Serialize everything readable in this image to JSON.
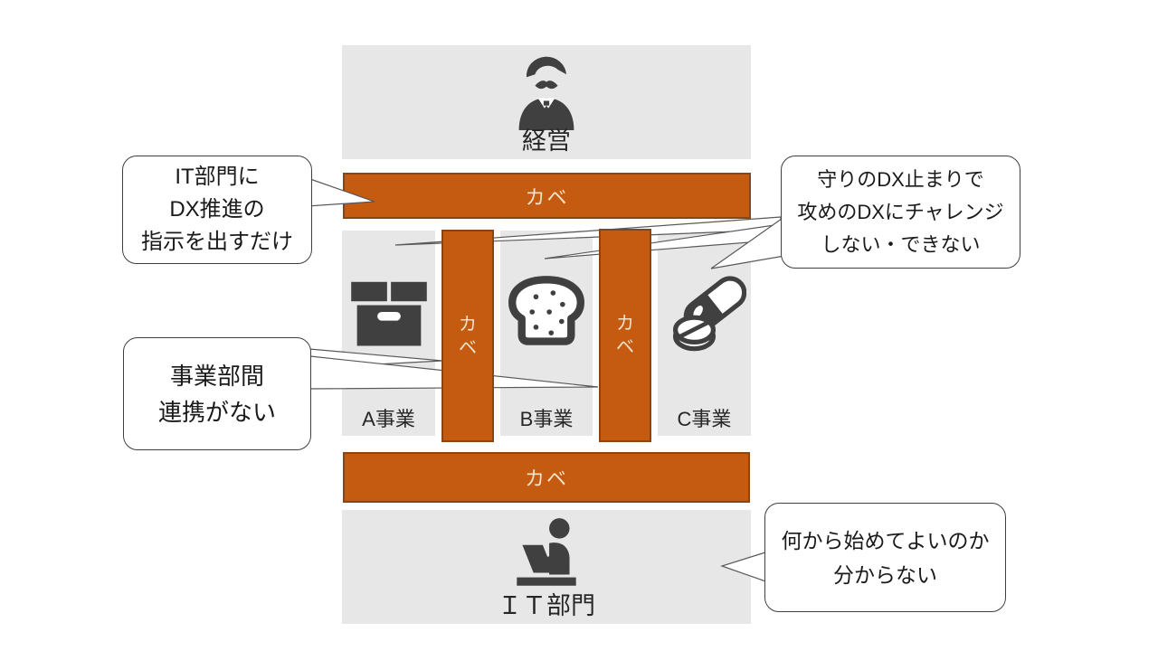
{
  "diagram": {
    "management": {
      "label": "経営",
      "icon": "executive"
    },
    "top_wall": {
      "label": "カベ"
    },
    "businesses": [
      {
        "label": "A事業",
        "icon": "cardboard-box"
      },
      {
        "label": "B事業",
        "icon": "bread"
      },
      {
        "label": "C事業",
        "icon": "pills"
      }
    ],
    "vertical_walls": [
      {
        "char1": "カ",
        "char2": "ベ"
      },
      {
        "char1": "カ",
        "char2": "ベ"
      }
    ],
    "bottom_wall": {
      "label": "カベ"
    },
    "it_department": {
      "label": "ＩＴ部門",
      "icon": "person-at-laptop"
    }
  },
  "callouts": {
    "top_left": {
      "line1": "IT部門に",
      "line2": "DX推進の",
      "line3": "指示を出すだけ"
    },
    "top_right": {
      "line1": "守りのDX止まりで",
      "line2": "攻めのDXにチャレンジ",
      "line3": "しない・できない"
    },
    "bottom_left": {
      "line1": "事業部間",
      "line2": "連携がない"
    },
    "bottom_right": {
      "line1": "何から始めてよいのか",
      "line2": "分からない"
    }
  },
  "colors": {
    "wall_fill": "#C55A11",
    "wall_border": "#8C4510",
    "wall_text": "#F4E3C8",
    "box_fill": "#E8E7E7",
    "icon": "#404040",
    "text": "#262626",
    "bubble_border": "#3F3F3F",
    "background": "#FFFFFF"
  }
}
